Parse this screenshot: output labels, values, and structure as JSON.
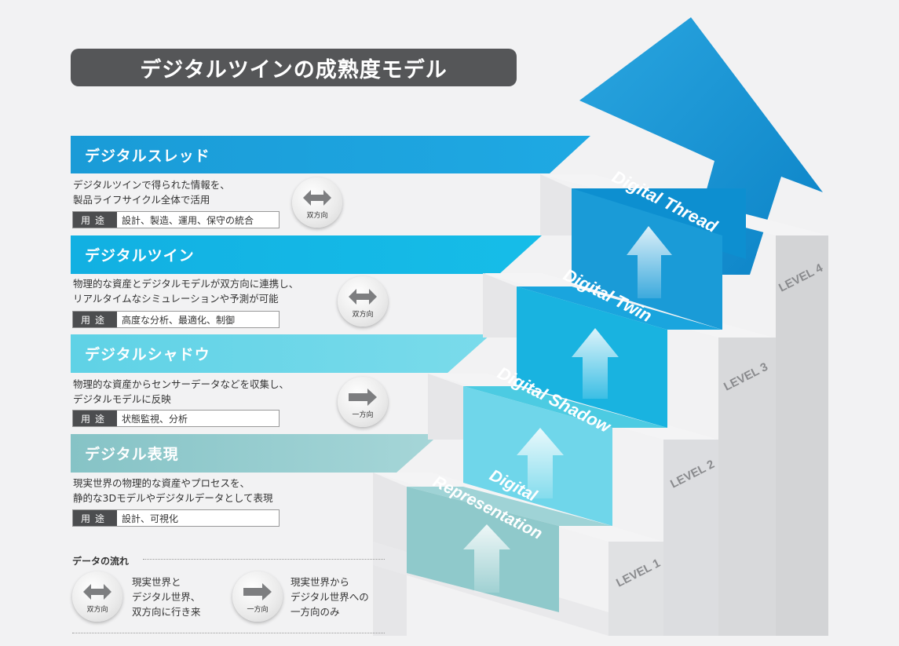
{
  "title": "デジタルツインの成熟度モデル",
  "levels": [
    {
      "label": "デジタルスレッド",
      "description": [
        "デジタルツインで得られた情報を、",
        "製品ライフサイクル全体で活用"
      ],
      "use_tag": "用途",
      "use_text": "設計、製造、運用、保守の統合",
      "flow_icon": "bidirectional-arrow-icon",
      "flow_label": "双方向",
      "step_label": "Digital Thread",
      "level_label": "LEVEL 4",
      "color": "#1a9bd7"
    },
    {
      "label": "デジタルツイン",
      "description": [
        "物理的な資産とデジタルモデルが双方向に連携し、",
        "リアルタイムなシミュレーションや予測が可能"
      ],
      "use_tag": "用途",
      "use_text": "高度な分析、最適化、制御",
      "flow_icon": "bidirectional-arrow-icon",
      "flow_label": "双方向",
      "step_label": "Digital Twin",
      "level_label": "LEVEL 3",
      "color": "#19b3e0"
    },
    {
      "label": "デジタルシャドウ",
      "description": [
        "物理的な資産からセンサーデータなどを収集し、",
        "デジタルモデルに反映"
      ],
      "use_tag": "用途",
      "use_text": "状態監視、分析",
      "flow_icon": "one-way-arrow-icon",
      "flow_label": "一方向",
      "step_label": "Digital Shadow",
      "level_label": "LEVEL 2",
      "color": "#5fd2e6"
    },
    {
      "label": "デジタル表現",
      "description": [
        "現実世界の物理的な資産やプロセスを、",
        "静的な3Dモデルやデジタルデータとして表現"
      ],
      "use_tag": "用途",
      "use_text": "設計、可視化",
      "step_label": "Digital Representation",
      "step_label_lines": [
        "Digital",
        "Representation"
      ],
      "level_label": "LEVEL 1",
      "color": "#8fc9cb"
    }
  ],
  "legend": {
    "title": "データの流れ",
    "items": [
      {
        "icon": "bidirectional-arrow-icon",
        "icon_label": "双方向",
        "text": [
          "現実世界と",
          "デジタル世界、",
          "双方向に行き来"
        ]
      },
      {
        "icon": "one-way-arrow-icon",
        "icon_label": "一方向",
        "text": [
          "現実世界から",
          "デジタル世界への",
          "一方向のみ"
        ]
      }
    ]
  },
  "colors": {
    "title_bg": "#555658",
    "thread_blue": "#1a9bd7",
    "twin_blue": "#19b3e0",
    "shadow_cyan": "#5fd2e6",
    "representation_teal": "#8fc9cb",
    "step_gray": "#e3e4e6"
  }
}
